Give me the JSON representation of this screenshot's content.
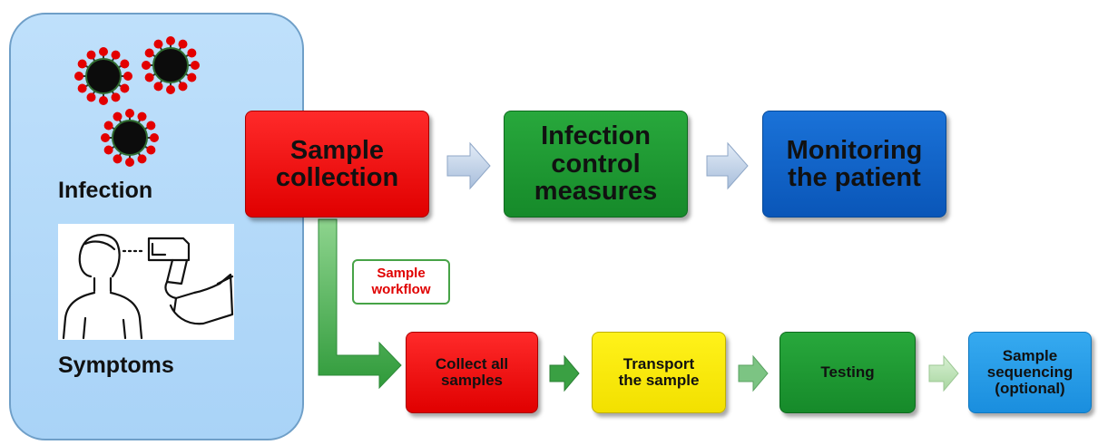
{
  "left_panel": {
    "infection_label": "Infection",
    "symptoms_label": "Symptoms",
    "virus_icon": "virus-icon",
    "symptom_icon": "thermometer-scan-icon"
  },
  "top_flow": {
    "sample_collection": {
      "line1": "Sample",
      "line2": "collection"
    },
    "infection_control": {
      "line1": "Infection",
      "line2": "control",
      "line3": "measures"
    },
    "monitoring": {
      "line1": "Monitoring",
      "line2": "the patient"
    }
  },
  "workflow_label": {
    "line1": "Sample",
    "line2": "workflow"
  },
  "bottom_flow": {
    "collect": {
      "line1": "Collect all",
      "line2": "samples"
    },
    "transport": {
      "line1": "Transport",
      "line2": "the sample"
    },
    "testing": {
      "line1": "Testing"
    },
    "sequencing": {
      "line1": "Sample",
      "line2": "sequencing",
      "line3": "(optional)"
    }
  },
  "colors": {
    "red": "#e00000",
    "green": "#1a8f2e",
    "blue": "#0a5fc4",
    "yellow": "#fff000",
    "light_blue": "#1e95e5"
  }
}
